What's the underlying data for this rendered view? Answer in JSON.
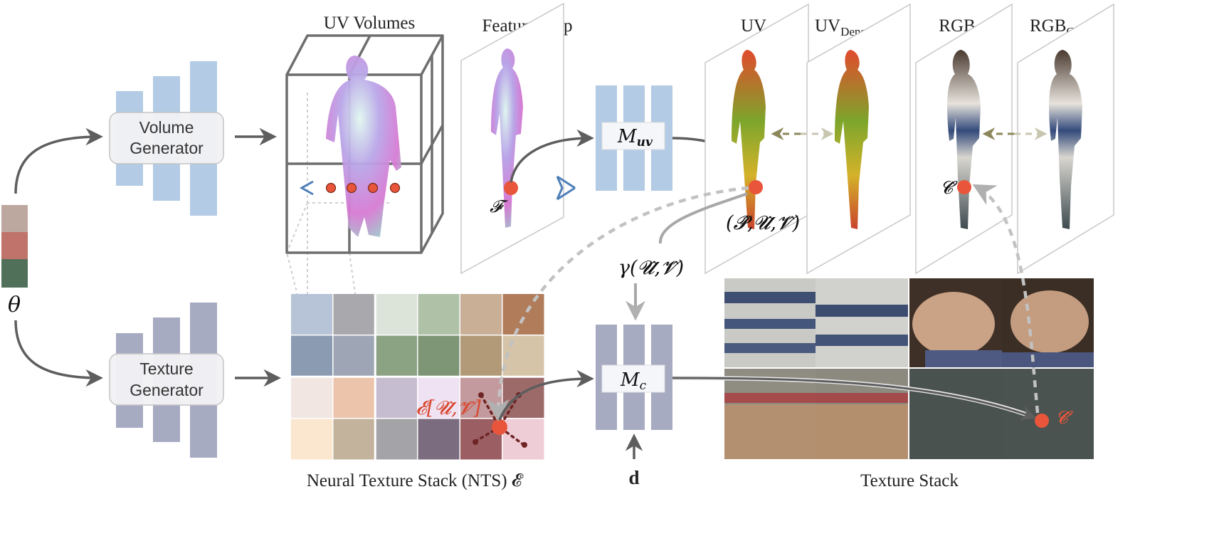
{
  "labels": {
    "uv_volumes": "UV Volumes",
    "feature_map": "Feature Map",
    "uv": "UV",
    "uv_densepose_main": "UV",
    "uv_densepose_sub": "DensePose",
    "rgb": "RGB",
    "rgb_gt_main": "RGB",
    "rgb_gt_sub": "GT",
    "theta": "θ",
    "volume_generator_line1": "Volume",
    "volume_generator_line2": "Generator",
    "texture_generator_line1": "Texture",
    "texture_generator_line2": "Generator",
    "m_uv_main": "M",
    "m_uv_sub": "uv",
    "m_c_main": "M",
    "m_c_sub": "c",
    "feature_symbol": "𝓕",
    "puv_tuple": "(𝓟̂,𝓤̂,𝓥̂)",
    "gamma": "γ(𝓤̂,𝓥̂)",
    "nts_lookup": "𝓔[𝓤̂,𝓥̂]",
    "c_hat_rgb": "𝓒̂",
    "c_hat_texture": "𝓒̂",
    "view_dir": "d",
    "nts_caption": "Neural Texture Stack (NTS) 𝓔",
    "texture_stack_caption": "Texture Stack"
  },
  "colors": {
    "volume_net": "#b3cbe4",
    "texture_net": "#a7abc2",
    "arrow_gray": "#5e5e5e",
    "ray_blue": "#4f7fb8",
    "sample_red": "#e8553a",
    "highlight_red": "#d94a32",
    "compare_olive": "#8c875a"
  },
  "theta_swatches": [
    "#bda8a0",
    "#c0736b",
    "#51705a"
  ],
  "nts_grid": [
    [
      "#b7c3d7",
      "#a8a8ad",
      "#dce3d8",
      "#afc2a8",
      "#c8af96",
      "#b07c5a"
    ],
    [
      "#8a9bb2",
      "#9ea6b6",
      "#8ba283",
      "#7e9676",
      "#b29a78",
      "#d6c4a9"
    ],
    [
      "#f1e6e2",
      "#ecc4ab",
      "#c7bdd1",
      "#efe3f3",
      "#c39b9e",
      "#9d6a6a"
    ],
    [
      "#fbe6cf",
      "#c3b39c",
      "#a4a3a7",
      "#7b6c80",
      "#9b5f63",
      "#efcdd6"
    ]
  ]
}
